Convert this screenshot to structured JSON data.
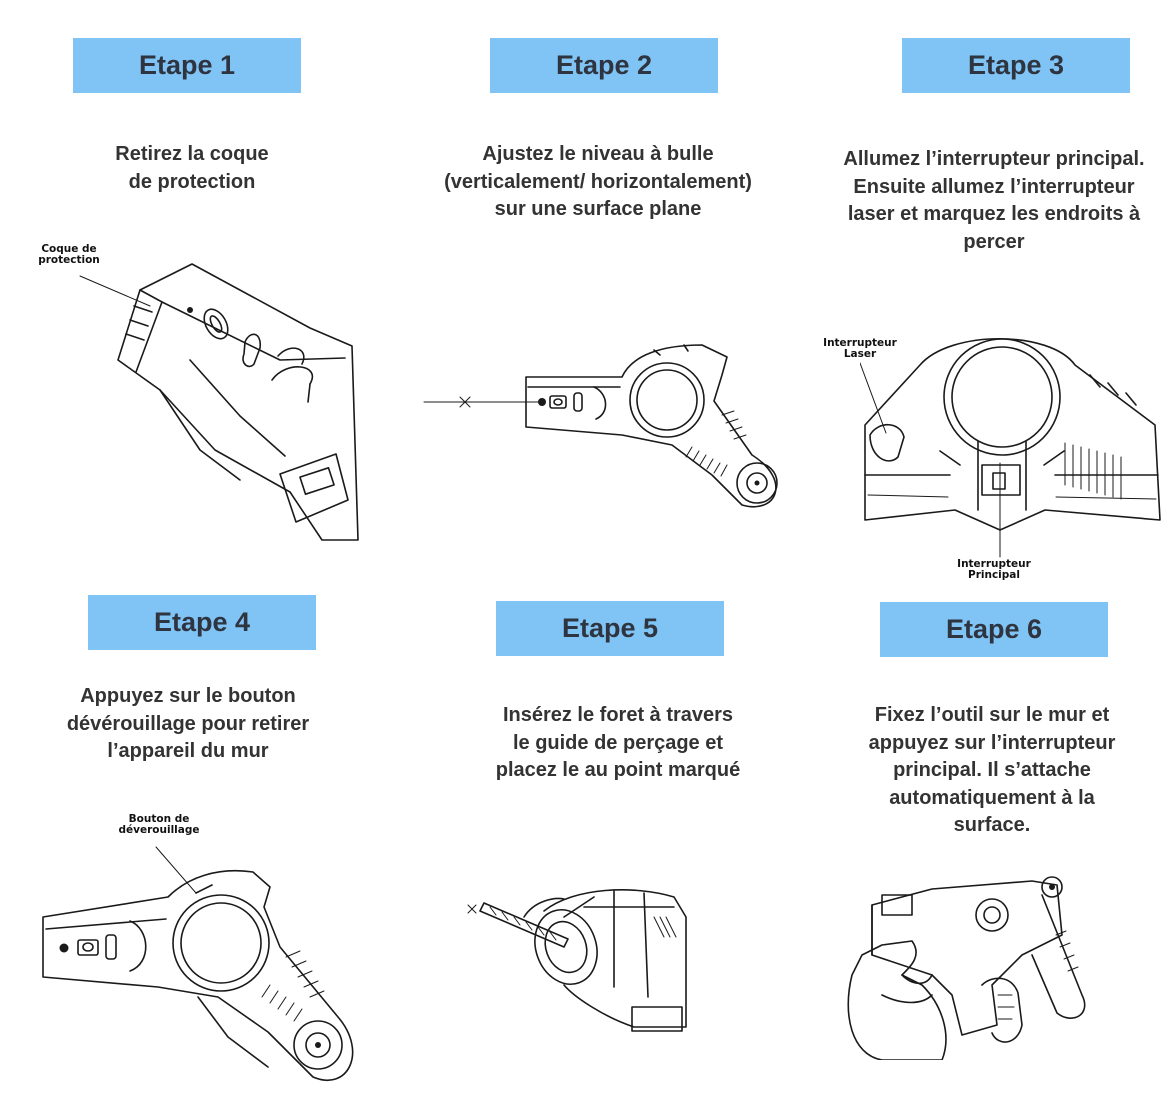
{
  "steps": [
    {
      "title": "Etape  1",
      "text": "Retirez la coque\nde protection",
      "callouts": [
        "Coque de\nprotection"
      ]
    },
    {
      "title": "Etape  2",
      "text": "Ajustez le niveau à bulle\n(verticalement/ horizontalement)\nsur une surface plane",
      "callouts": []
    },
    {
      "title": "Etape  3",
      "text": "Allumez l’interrupteur principal.\nEnsuite allumez l’interrupteur\nlaser et marquez les endroits à\npercer",
      "callouts": [
        "Interrupteur\nLaser",
        "Interrupteur\nPrincipal"
      ]
    },
    {
      "title": "Etape  4",
      "text": "Appuyez sur le bouton\ndévérouillage pour retirer\nl’appareil du mur",
      "callouts": [
        "Bouton de\ndéverouillage"
      ]
    },
    {
      "title": "Etape  5",
      "text": "Insérez le foret à travers\nle guide de perçage et\nplacez le au point marqué",
      "callouts": []
    },
    {
      "title": "Etape  6",
      "text": "Fixez l’outil sur le mur et\nappuyez sur l’interrupteur\nprincipal. Il s’attache\nautomatiquement à la\nsurface.",
      "callouts": []
    }
  ],
  "colors": {
    "badge": "#80c4f5",
    "badge_text": "#2e3440",
    "text": "#333333",
    "lineart": "#1a1a1a"
  },
  "icons": [
    "drill-guide-shell-drawing",
    "drill-guide-level-drawing",
    "drill-guide-switches-drawing",
    "drill-guide-release-drawing",
    "drill-bit-insert-drawing",
    "drill-on-wall-drawing"
  ]
}
